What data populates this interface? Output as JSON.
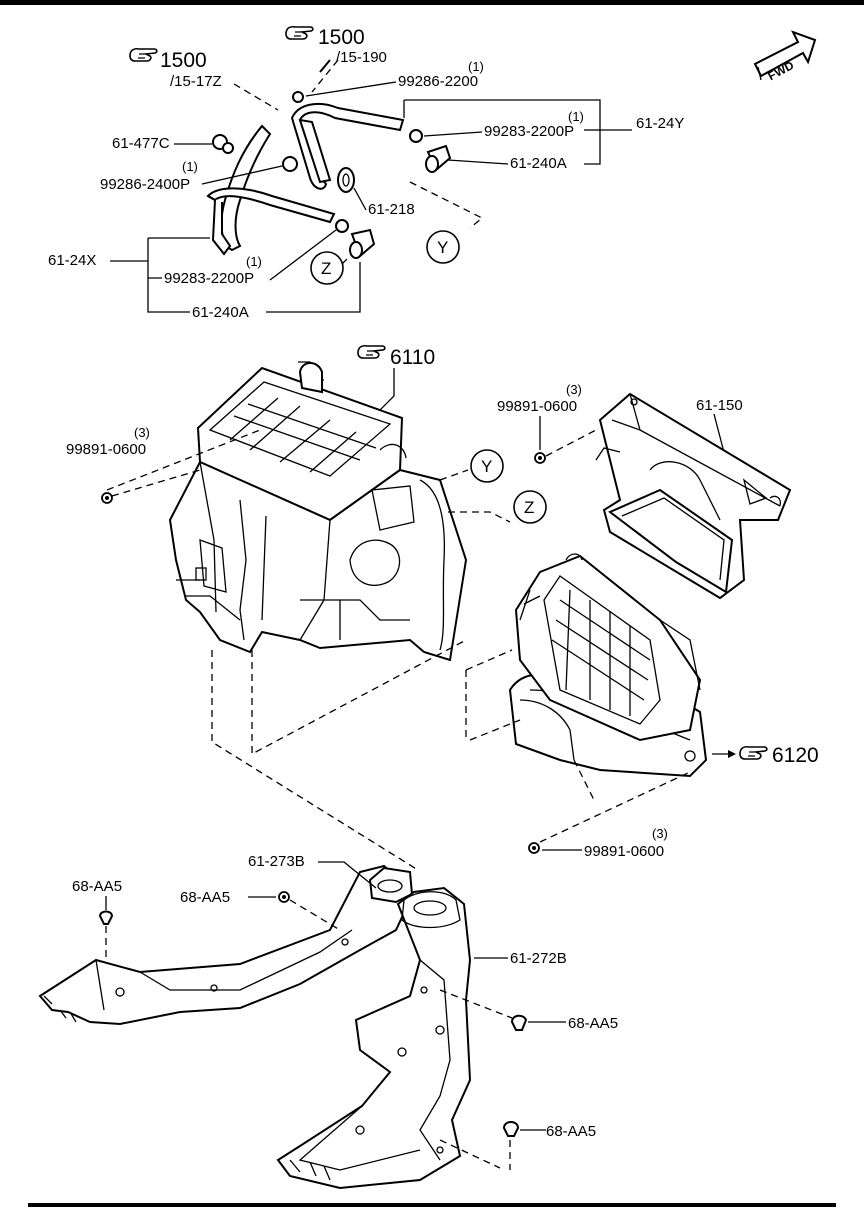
{
  "labels": {
    "ref_1500_a": "1500",
    "ref_1500_a_sub": "/15-17Z",
    "ref_1500_b": "1500",
    "ref_1500_b_sub": "/15-190",
    "clip_99286_2200": "99286-2200",
    "clip_99286_2200_qty": "(1)",
    "part_61_477c": "61-477C",
    "clip_99286_2400p_qty": "(1)",
    "clip_99286_2400p": "99286-2400P",
    "clip_99283_2200p_top_qty": "(1)",
    "clip_99283_2200p_top": "99283-2200P",
    "part_61_24y": "61-24Y",
    "part_61_240a_top": "61-240A",
    "part_61_218": "61-218",
    "callout_y_top": "Y",
    "part_61_24x": "61-24X",
    "clip_99283_2200p_bottom_qty": "(1)",
    "clip_99283_2200p_bottom": "99283-2200P",
    "callout_z_top": "Z",
    "part_61_240a_bottom": "61-240A",
    "ref_6110": "6110",
    "nut_left_qty": "(3)",
    "nut_left": "99891-0600",
    "nut_top_qty": "(3)",
    "nut_top": "99891-0600",
    "part_61_150": "61-150",
    "callout_y_mid": "Y",
    "callout_z_mid": "Z",
    "ref_6120": "6120",
    "nut_bottom_qty": "(3)",
    "nut_bottom": "99891-0600",
    "part_61_273b": "61-273B",
    "clip_68_aa5_left": "68-AA5",
    "clip_68_aa5_mid": "68-AA5",
    "part_61_272b": "61-272B",
    "clip_68_aa5_right": "68-AA5",
    "clip_68_aa5_bottom": "68-AA5",
    "fwd": "FWD"
  },
  "icons": {
    "reference_pointer": "pointing-hand-icon",
    "forward_arrow": "fwd-arrow-icon"
  },
  "colors": {
    "ink": "#000000",
    "paper": "#ffffff"
  }
}
